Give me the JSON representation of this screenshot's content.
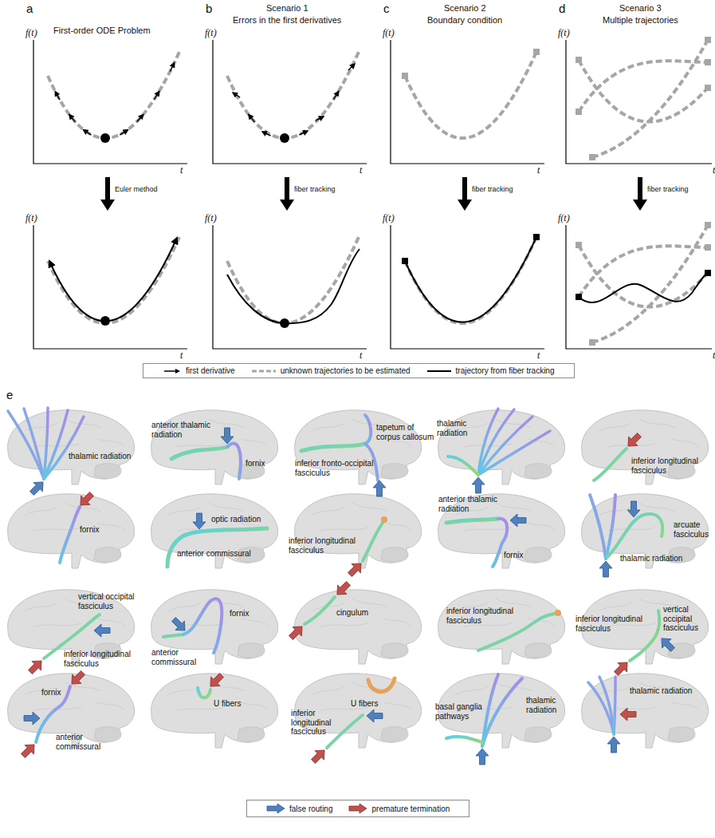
{
  "diagram": {
    "labels": [
      "a",
      "First-order ODE Problem",
      "f(t)",
      "t",
      "Euler method",
      "f(t)",
      "t",
      "b",
      "Scenario 1",
      "Errors in the first derivatives",
      "f(t)",
      "t",
      "fiber tracking",
      "f(t)",
      "t",
      "c",
      "Scenario 2",
      "Boundary condition",
      "f(t)",
      "t",
      "fiber tracking",
      "f(t)",
      "t",
      "d",
      "Scenario 3",
      "Multiple trajectories",
      "f(t)",
      "t",
      "fiber tracking",
      "f(t)",
      "t",
      "e",
      "thalamic radiation",
      "anterior thalamic radiation",
      "fornix",
      "inferior fronto-occipital fasciculus",
      "tapetum of corpus callosum",
      "thalamic radiation",
      "inferior longitudinal fasciculus",
      "fornix",
      "optic radiation",
      "anterior commissural",
      "inferior longitudinal fasciculus",
      "anterior thalamic radiation",
      "fornix",
      "thalamic radiation",
      "arcuate fasciculus",
      "vertical occipital fasciculus",
      "inferior longitudinal fasciculus",
      "fornix",
      "anterior commissural",
      "cingulum",
      "inferior longitudinal fasciculus",
      "vertical occipital fasciculus",
      "inferior longitudinal fasciculus",
      "fornix",
      "anterior commissural",
      "U fibers",
      "U fibers",
      "inferior longitudinal fasciculus",
      "thalamic radiation",
      "basal ganglia pathways",
      "thalamic radiation"
    ],
    "legend": [
      {
        "text": "first derivative"
      },
      {
        "text": "unknown trajectories to be estimated"
      },
      {
        "text": "trajectory from fiber tracking"
      },
      {
        "text": "false routing"
      },
      {
        "text": "premature termination"
      }
    ]
  }
}
